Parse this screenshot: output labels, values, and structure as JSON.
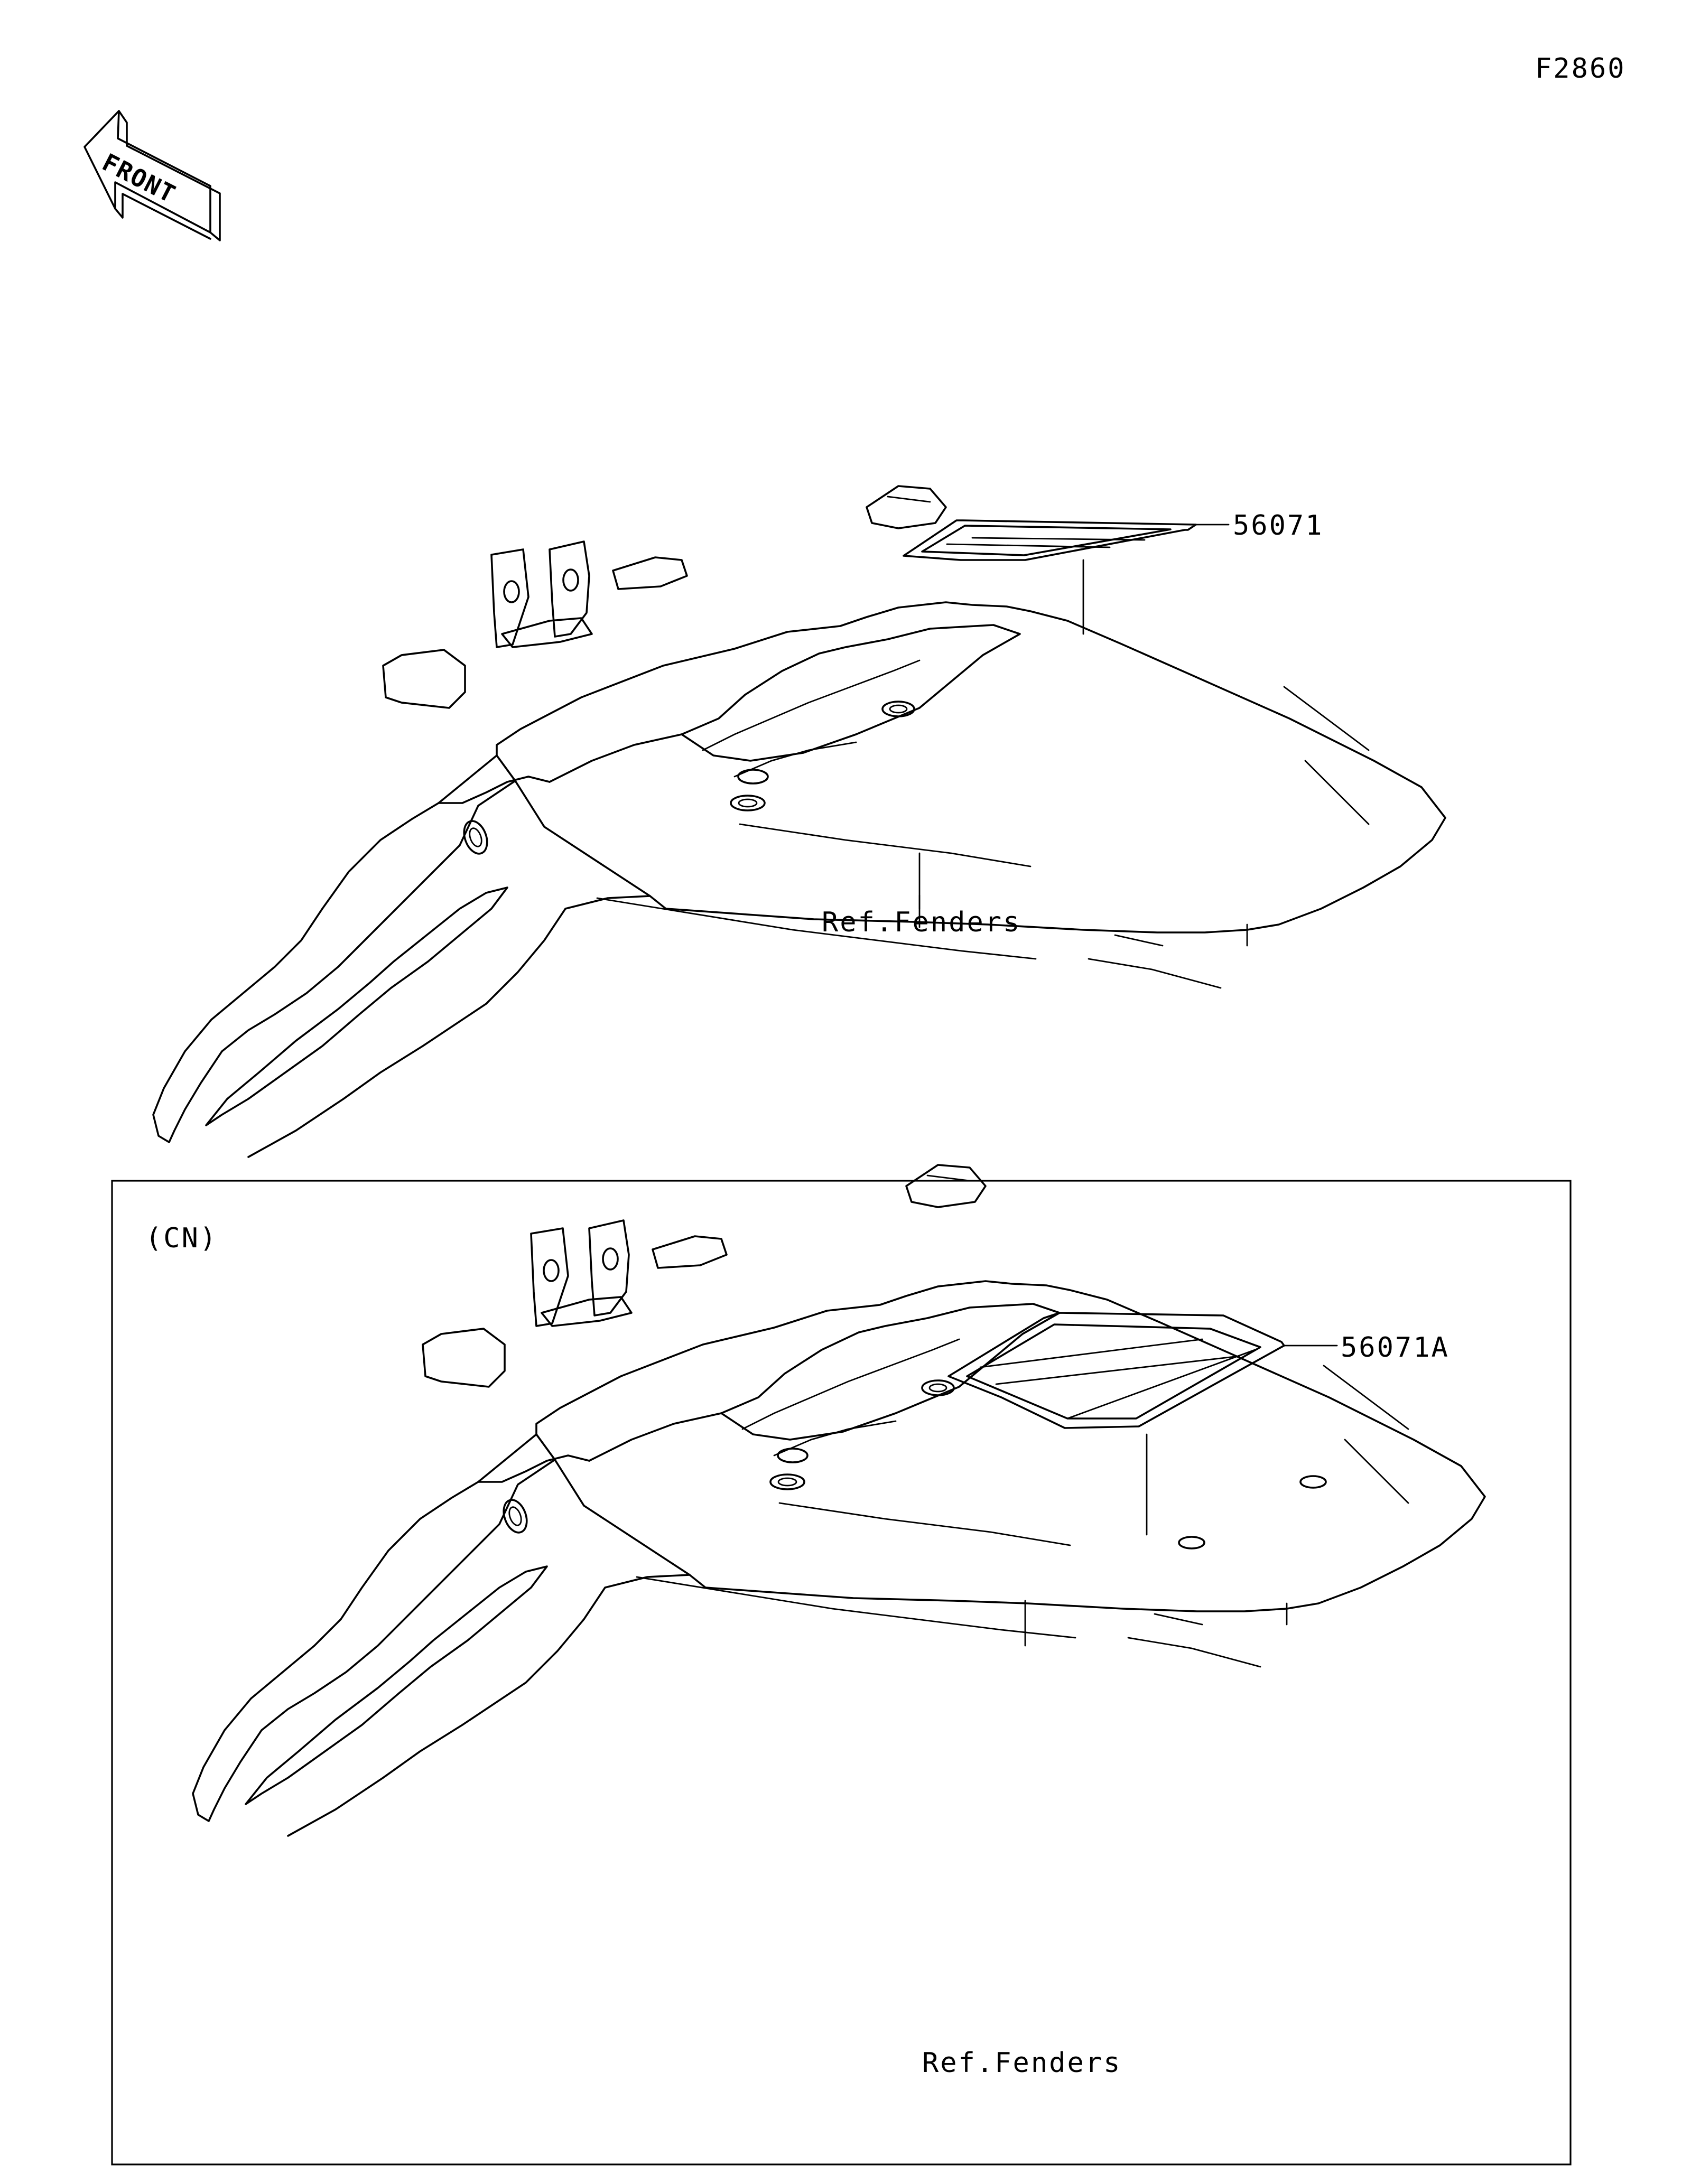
{
  "figure_code": "F2860",
  "front_indicator": {
    "text": "FRONT",
    "icon": "front-direction-arrow-icon"
  },
  "main_view": {
    "label_part": "56071",
    "label_ref": "Ref.Fenders"
  },
  "cn_view": {
    "tag": "(CN)",
    "label_part": "56071A",
    "label_ref": "Ref.Fenders"
  }
}
